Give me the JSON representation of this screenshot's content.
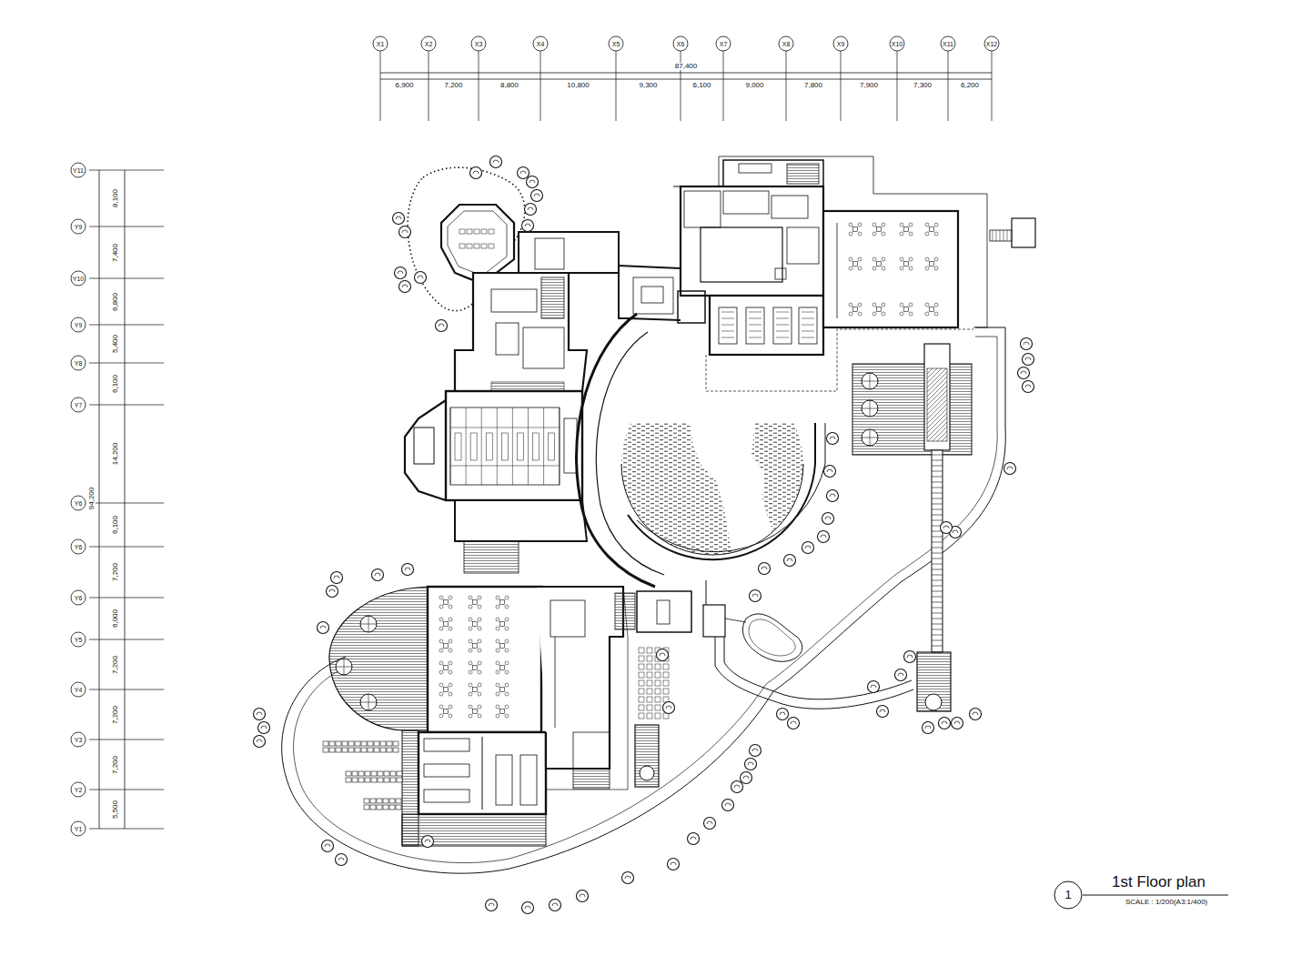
{
  "diagram": {
    "title": "1st Floor plan",
    "caption": "SCALE : 1/200(A3:1/400)",
    "nodes": [
      {
        "text": [
          "1"
        ]
      }
    ],
    "labels": [
      "87,400",
      "6,900",
      "7,200",
      "8,800",
      "10,800",
      "9,300",
      "6,100",
      "9,000",
      "7,800",
      "7,900",
      "7,300",
      "6,200",
      "X1",
      "X2",
      "X3",
      "X4",
      "X5",
      "X6",
      "X7",
      "X8",
      "X9",
      "X10",
      "X11",
      "X12",
      "94,200",
      "8,100",
      "7,400",
      "6,800",
      "5,400",
      "6,100",
      "14,200",
      "6,100",
      "7,200",
      "6,000",
      "7,200",
      "7,200",
      "7,200",
      "5,500",
      "Y11",
      "Y9",
      "Y10",
      "Y9",
      "Y8",
      "Y7",
      "Y6",
      "Y6",
      "Y6",
      "Y5",
      "Y4",
      "Y3",
      "Y2",
      "Y1"
    ]
  }
}
